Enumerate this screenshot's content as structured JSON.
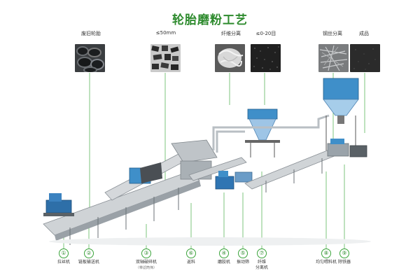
{
  "title": "轮胎磨粉工艺",
  "photos": [
    {
      "label": "废旧轮胎"
    },
    {
      "label": "≤50mm"
    },
    {
      "label": "纤维分离"
    },
    {
      "label": "≤0-20目"
    },
    {
      "label": "钢丝分离"
    },
    {
      "label": "成品"
    }
  ],
  "steps": [
    {
      "num": "①",
      "name": "拉丝机",
      "sub": ""
    },
    {
      "num": "②",
      "name": "链板输送机",
      "sub": ""
    },
    {
      "num": "③",
      "name": "双轴破碎机",
      "sub": "（带滤筒筛）"
    },
    {
      "num": "⑥",
      "name": "返料",
      "sub": ""
    },
    {
      "num": "④",
      "name": "磨胶机",
      "sub": ""
    },
    {
      "num": "⑤",
      "name": "振动筛",
      "sub": ""
    },
    {
      "num": "⑦",
      "name": "纤维",
      "sub": "分离机"
    },
    {
      "num": "⑧",
      "name": "均匀喂料机",
      "sub": ""
    },
    {
      "num": "⑨",
      "name": "除铁器",
      "sub": ""
    }
  ]
}
